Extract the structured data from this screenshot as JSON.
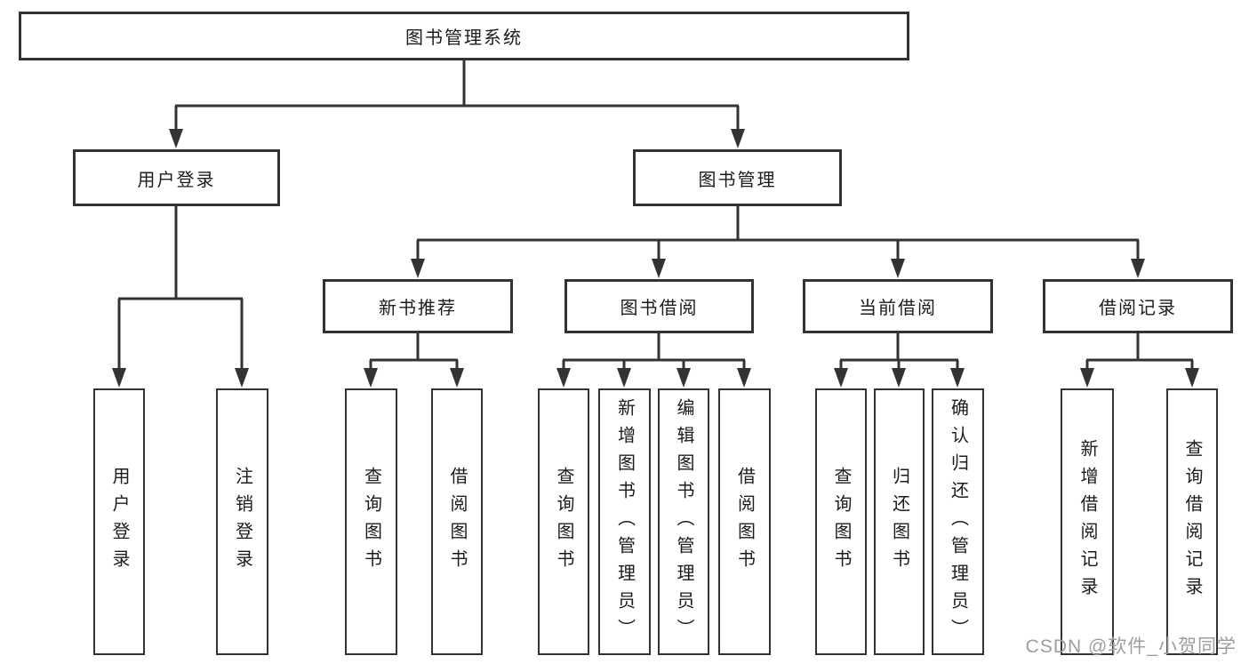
{
  "diagram_title": "图书管理系统",
  "tree": {
    "root": {
      "label": "图书管理系统"
    },
    "branches": [
      {
        "label": "用户登录",
        "children": [
          {
            "label": "用户登录"
          },
          {
            "label": "注销登录"
          }
        ]
      },
      {
        "label": "图书管理",
        "children": [
          {
            "label": "新书推荐",
            "children": [
              {
                "label": "查询图书"
              },
              {
                "label": "借阅图书"
              }
            ]
          },
          {
            "label": "图书借阅",
            "children": [
              {
                "label": "查询图书"
              },
              {
                "label": "新增图书（管理员）"
              },
              {
                "label": "编辑图书（管理员）"
              },
              {
                "label": "借阅图书"
              }
            ]
          },
          {
            "label": "当前借阅",
            "children": [
              {
                "label": "查询图书"
              },
              {
                "label": "归还图书"
              },
              {
                "label": "确认归还（管理员）"
              }
            ]
          },
          {
            "label": "借阅记录",
            "children": [
              {
                "label": "新增借阅记录"
              },
              {
                "label": "查询借阅记录"
              }
            ]
          }
        ]
      }
    ]
  },
  "watermark": "CSDN @软件_小贺同学",
  "colors": {
    "line": "#333333",
    "box_border": "#333333",
    "text": "#1c1c1c",
    "background": "#ffffff",
    "watermark": "#9e9e9e"
  }
}
